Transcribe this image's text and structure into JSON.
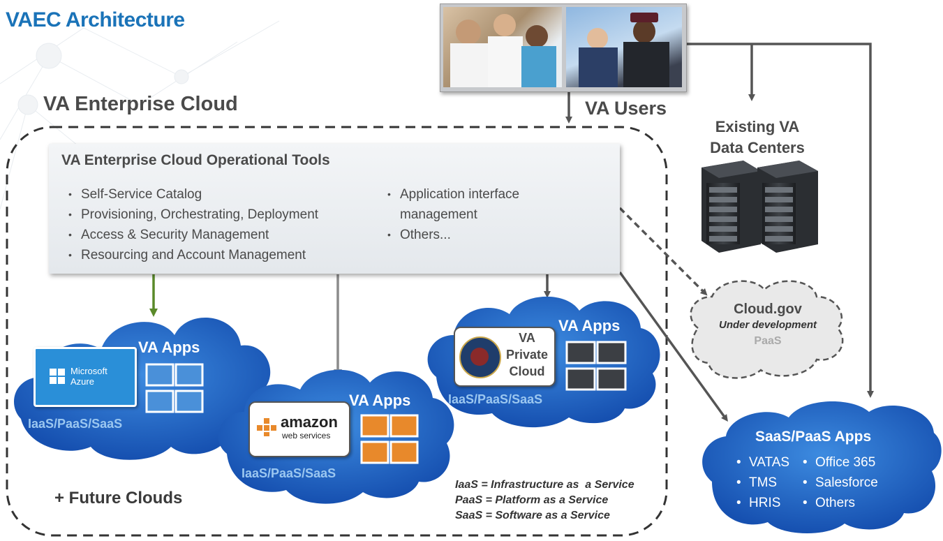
{
  "title": "VAEC Architecture",
  "enterprise_cloud_label": "VA Enterprise Cloud",
  "users_label": "VA Users",
  "data_centers": {
    "line1": "Existing VA",
    "line2": "Data Centers"
  },
  "tools": {
    "title": "VA Enterprise Cloud Operational Tools",
    "left_items": [
      "Self-Service Catalog",
      "Provisioning, Orchestrating, Deployment",
      "Access & Security Management",
      "Resourcing and Account Management"
    ],
    "right_items": [
      "Application interface management",
      "Others..."
    ]
  },
  "clouds": {
    "azure": {
      "logo_line1": "Microsoft",
      "logo_line2": "Azure",
      "apps": "VA Apps",
      "services": "IaaS/PaaS/SaaS"
    },
    "aws": {
      "logo_line1": "amazon",
      "logo_line2": "web services",
      "apps": "VA Apps",
      "services": "IaaS/PaaS/SaaS"
    },
    "private": {
      "line1": "VA",
      "line2": "Private",
      "line3": "Cloud",
      "apps": "VA Apps",
      "services": "IaaS/PaaS/SaaS"
    },
    "cloudgov": {
      "title": "Cloud.gov",
      "status": "Under development",
      "type": "PaaS"
    },
    "saas": {
      "title": "SaaS/PaaS Apps",
      "col1": [
        "VATAS",
        "TMS",
        "HRIS"
      ],
      "col2": [
        "Office 365",
        "Salesforce",
        "Others"
      ]
    }
  },
  "future_clouds": "+ Future Clouds",
  "legend": [
    "IaaS = Infrastructure as  a Service",
    "PaaS = Platform as a Service",
    "SaaS = Software as a Service"
  ],
  "colors": {
    "title_blue": "#1a73b8",
    "cloud_blue": "#1f5fbf",
    "arrow_green": "#5a8a2a",
    "arrow_gray": "#8c8c8c",
    "arrow_dark": "#555555",
    "app_blue": "#4a90d9",
    "app_orange": "#e8892b",
    "app_dark": "#3c3f44"
  }
}
